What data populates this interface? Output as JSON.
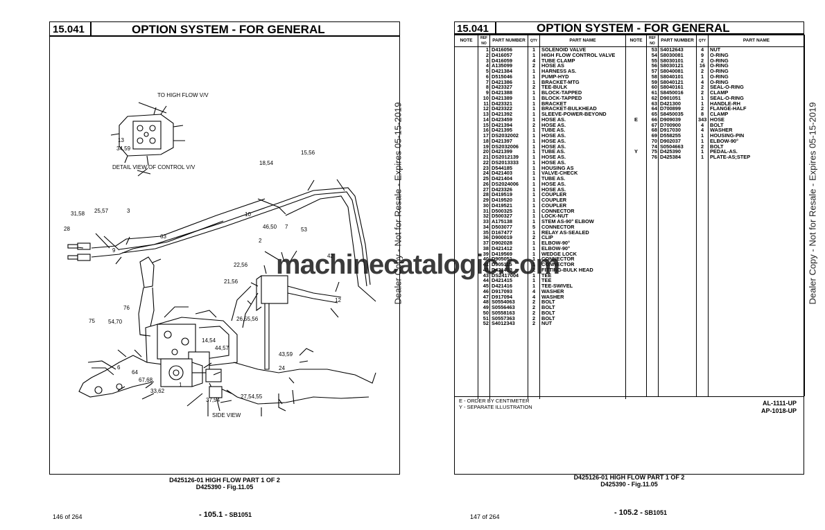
{
  "left_page": {
    "section": "15.041",
    "title": "OPTION SYSTEM - FOR GENERAL",
    "diagram": {
      "labels": {
        "to_high_flow": "TO HIGH FLOW V/V",
        "detail_view": "DETAIL VIEW OF CONTROL V/V",
        "side_view": "SIDE VIEW",
        "l13": "13",
        "l3459": "34,59",
        "l1556": "15,56",
        "l1854": "18,54",
        "l3158": "31,58",
        "l2557": "25,57",
        "l3": "3",
        "l10": "10",
        "l28": "28",
        "l9": "9",
        "l63": "63",
        "l4650": "46,50",
        "l7": "7",
        "l53": "53",
        "l2": "2",
        "l42": "42",
        "l2256": "22,56",
        "l2156": "21,56",
        "l12": "12",
        "l76": "76",
        "l265556": "26,55,56",
        "l75": "75",
        "l5470": "54,70",
        "l1454": "14,54",
        "l4457": "44,57",
        "l4359": "43,59",
        "l6": "6",
        "l64": "64",
        "l6768": "67,68",
        "l24": "24",
        "l1": "1",
        "l3362": "33,62",
        "l3754": "37,54",
        "l275455": "27,54,55"
      }
    },
    "footer_title": "D425126-01  HIGH FLOW  PART 1 OF 2",
    "footer_sub": "D425390 - Fig.11.05",
    "page_count": "146 of 264",
    "folio": "- 105.1 -",
    "folio_code": "SB1051"
  },
  "right_page": {
    "section": "15.041",
    "title": "OPTION SYSTEM - FOR GENERAL",
    "headers": {
      "note": "NOTE",
      "ref": "REF NO",
      "part_number": "PART NUMBER",
      "qty": "QTY",
      "part_name": "PART NAME"
    },
    "left_rows": [
      [
        "",
        "1",
        "D416056",
        "1",
        "SOLENOID VALVE"
      ],
      [
        "",
        "2",
        "D416057",
        "1",
        "HIGH FLOW CONTROL VALVE"
      ],
      [
        "",
        "3",
        "D416059",
        "4",
        "TUBE CLAMP"
      ],
      [
        "",
        "4",
        "A135099",
        "2",
        "HOSE AS"
      ],
      [
        "",
        "5",
        "D421384",
        "1",
        "HARNESS AS."
      ],
      [
        "",
        "6",
        "D515046",
        "1",
        "PUMP-HYD"
      ],
      [
        "",
        "7",
        "D421386",
        "1",
        "BRACKET-MTG"
      ],
      [
        "",
        "8",
        "D423327",
        "2",
        "TEE-BULK"
      ],
      [
        "",
        "9",
        "D421388",
        "1",
        "BLOCK-TAPPED"
      ],
      [
        "",
        "10",
        "D421389",
        "1",
        "BLOCK-TAPPED"
      ],
      [
        "",
        "11",
        "D423321",
        "1",
        "BRACKET"
      ],
      [
        "",
        "12",
        "D423322",
        "1",
        "BRACKET-BULKHEAD"
      ],
      [
        "",
        "13",
        "D421392",
        "1",
        "SLEEVE-POWER-BEYOND"
      ],
      [
        "",
        "14",
        "D423459",
        "1",
        "HOSE AS."
      ],
      [
        "",
        "15",
        "D421394",
        "2",
        "HOSE AS."
      ],
      [
        "",
        "16",
        "D421395",
        "1",
        "TUBE AS."
      ],
      [
        "",
        "17",
        "DS2032002",
        "1",
        "HOSE AS."
      ],
      [
        "",
        "18",
        "D421397",
        "1",
        "HOSE AS."
      ],
      [
        "",
        "19",
        "DS2032006",
        "1",
        "HOSE AS."
      ],
      [
        "",
        "20",
        "D421399",
        "1",
        "TUBE AS."
      ],
      [
        "",
        "21",
        "DS2012139",
        "1",
        "HOSE AS."
      ],
      [
        "",
        "22",
        "DS2013333",
        "1",
        "HOSE AS."
      ],
      [
        "",
        "23",
        "D544185",
        "1",
        "HOUSING AS"
      ],
      [
        "",
        "24",
        "D421403",
        "1",
        "VALVE-CHECK"
      ],
      [
        "",
        "25",
        "D421404",
        "1",
        "TUBE AS."
      ],
      [
        "",
        "26",
        "DS2024006",
        "1",
        "HOSE AS."
      ],
      [
        "",
        "27",
        "D423326",
        "1",
        "HOSE AS."
      ],
      [
        "",
        "28",
        "D419519",
        "1",
        "COUPLER"
      ],
      [
        "",
        "29",
        "D419520",
        "1",
        "COUPLER"
      ],
      [
        "",
        "30",
        "D419521",
        "1",
        "COUPLER"
      ],
      [
        "",
        "31",
        "D500325",
        "1",
        "CONNECTOR"
      ],
      [
        "",
        "32",
        "D500327",
        "1",
        "LOCK-NUT"
      ],
      [
        "",
        "33",
        "A175138",
        "1",
        "STEM AS-90° ELBOW"
      ],
      [
        "",
        "34",
        "D503077",
        "5",
        "CONNECTOR"
      ],
      [
        "",
        "35",
        "D167477",
        "1",
        "RELAY AS-SEALED"
      ],
      [
        "",
        "36",
        "D900019",
        "2",
        "CLIP"
      ],
      [
        "",
        "37",
        "D902028",
        "1",
        "ELBOW-90°"
      ],
      [
        "",
        "38",
        "D421412",
        "1",
        "ELBOW-90°"
      ],
      [
        "",
        "39",
        "D419569",
        "1",
        "WEDGE LOCK"
      ],
      [
        "",
        "40",
        "D905051",
        "1",
        "CONNECTOR"
      ],
      [
        "",
        "41",
        "D905115",
        "1",
        "CONNECTOR"
      ],
      [
        "",
        "42",
        "D421413",
        "2",
        "FITTING-BULK HEAD"
      ],
      [
        "",
        "43",
        "DS2417004",
        "1",
        "TEE"
      ],
      [
        "",
        "44",
        "D421415",
        "1",
        "TEE"
      ],
      [
        "",
        "45",
        "D421416",
        "1",
        "TEE-SWIVEL"
      ],
      [
        "",
        "46",
        "D917093",
        "4",
        "WASHER"
      ],
      [
        "",
        "47",
        "D917094",
        "4",
        "WASHER"
      ],
      [
        "",
        "48",
        "S0554063",
        "2",
        "BOLT"
      ],
      [
        "",
        "49",
        "S0556463",
        "2",
        "BOLT"
      ],
      [
        "",
        "50",
        "S0558163",
        "2",
        "BOLT"
      ],
      [
        "",
        "51",
        "S0557363",
        "2",
        "BOLT"
      ],
      [
        "",
        "52",
        "S4012343",
        "2",
        "NUT"
      ]
    ],
    "right_rows": [
      [
        "",
        "53",
        "S4012643",
        "4",
        "NUT"
      ],
      [
        "",
        "54",
        "S8030081",
        "9",
        "O-RING"
      ],
      [
        "",
        "55",
        "S8030101",
        "2",
        "O-RING"
      ],
      [
        "",
        "56",
        "S8030121",
        "16",
        "O-RING"
      ],
      [
        "",
        "57",
        "S8040081",
        "2",
        "O-RING"
      ],
      [
        "",
        "58",
        "S8040101",
        "1",
        "O-RING"
      ],
      [
        "",
        "59",
        "S8040121",
        "4",
        "O-RING"
      ],
      [
        "",
        "60",
        "S8040161",
        "2",
        "SEAL-O-RING"
      ],
      [
        "",
        "61",
        "S8450016",
        "2",
        "CLAMP"
      ],
      [
        "",
        "62",
        "D901051",
        "1",
        "SEAL-O-RING"
      ],
      [
        "",
        "63",
        "D421300",
        "1",
        "HANDLE-RH"
      ],
      [
        "",
        "64",
        "D700899",
        "2",
        "FLANGE-HALF"
      ],
      [
        "",
        "65",
        "S8450035",
        "8",
        "CLAMP"
      ],
      [
        "E",
        "66",
        "D909039",
        "343",
        "HOSE"
      ],
      [
        "",
        "67",
        "D700900",
        "4",
        "BOLT"
      ],
      [
        "",
        "68",
        "D917030",
        "4",
        "WASHER"
      ],
      [
        "",
        "69",
        "D558255",
        "1",
        "HOUSING-PIN"
      ],
      [
        "",
        "70",
        "D902037",
        "1",
        "ELBOW-90°"
      ],
      [
        "",
        "74",
        "S0504663",
        "2",
        "BOLT"
      ],
      [
        "Y",
        "75",
        "D425390",
        "1",
        "PEDAL-AS."
      ],
      [
        "",
        "76",
        "D425384",
        "1",
        "PLATE-AS;STEP"
      ]
    ],
    "notes": [
      "E - ORDER BY CENTIMETER",
      "Y - SEPARATE ILLUSTRATION"
    ],
    "serials": [
      "AL-1111-UP",
      "AP-1018-UP"
    ],
    "footer_title": "D425126-01  HIGH FLOW  PART 1 OF 2",
    "footer_sub": "D425390 - Fig.11.05",
    "page_count": "147 of 264",
    "folio": "- 105.2 -",
    "folio_code": "SB1051"
  },
  "dealer_text": "Dealer Copy - Not for Resale - Expires 05-15-2019",
  "watermark": "machinecatalogic.com"
}
